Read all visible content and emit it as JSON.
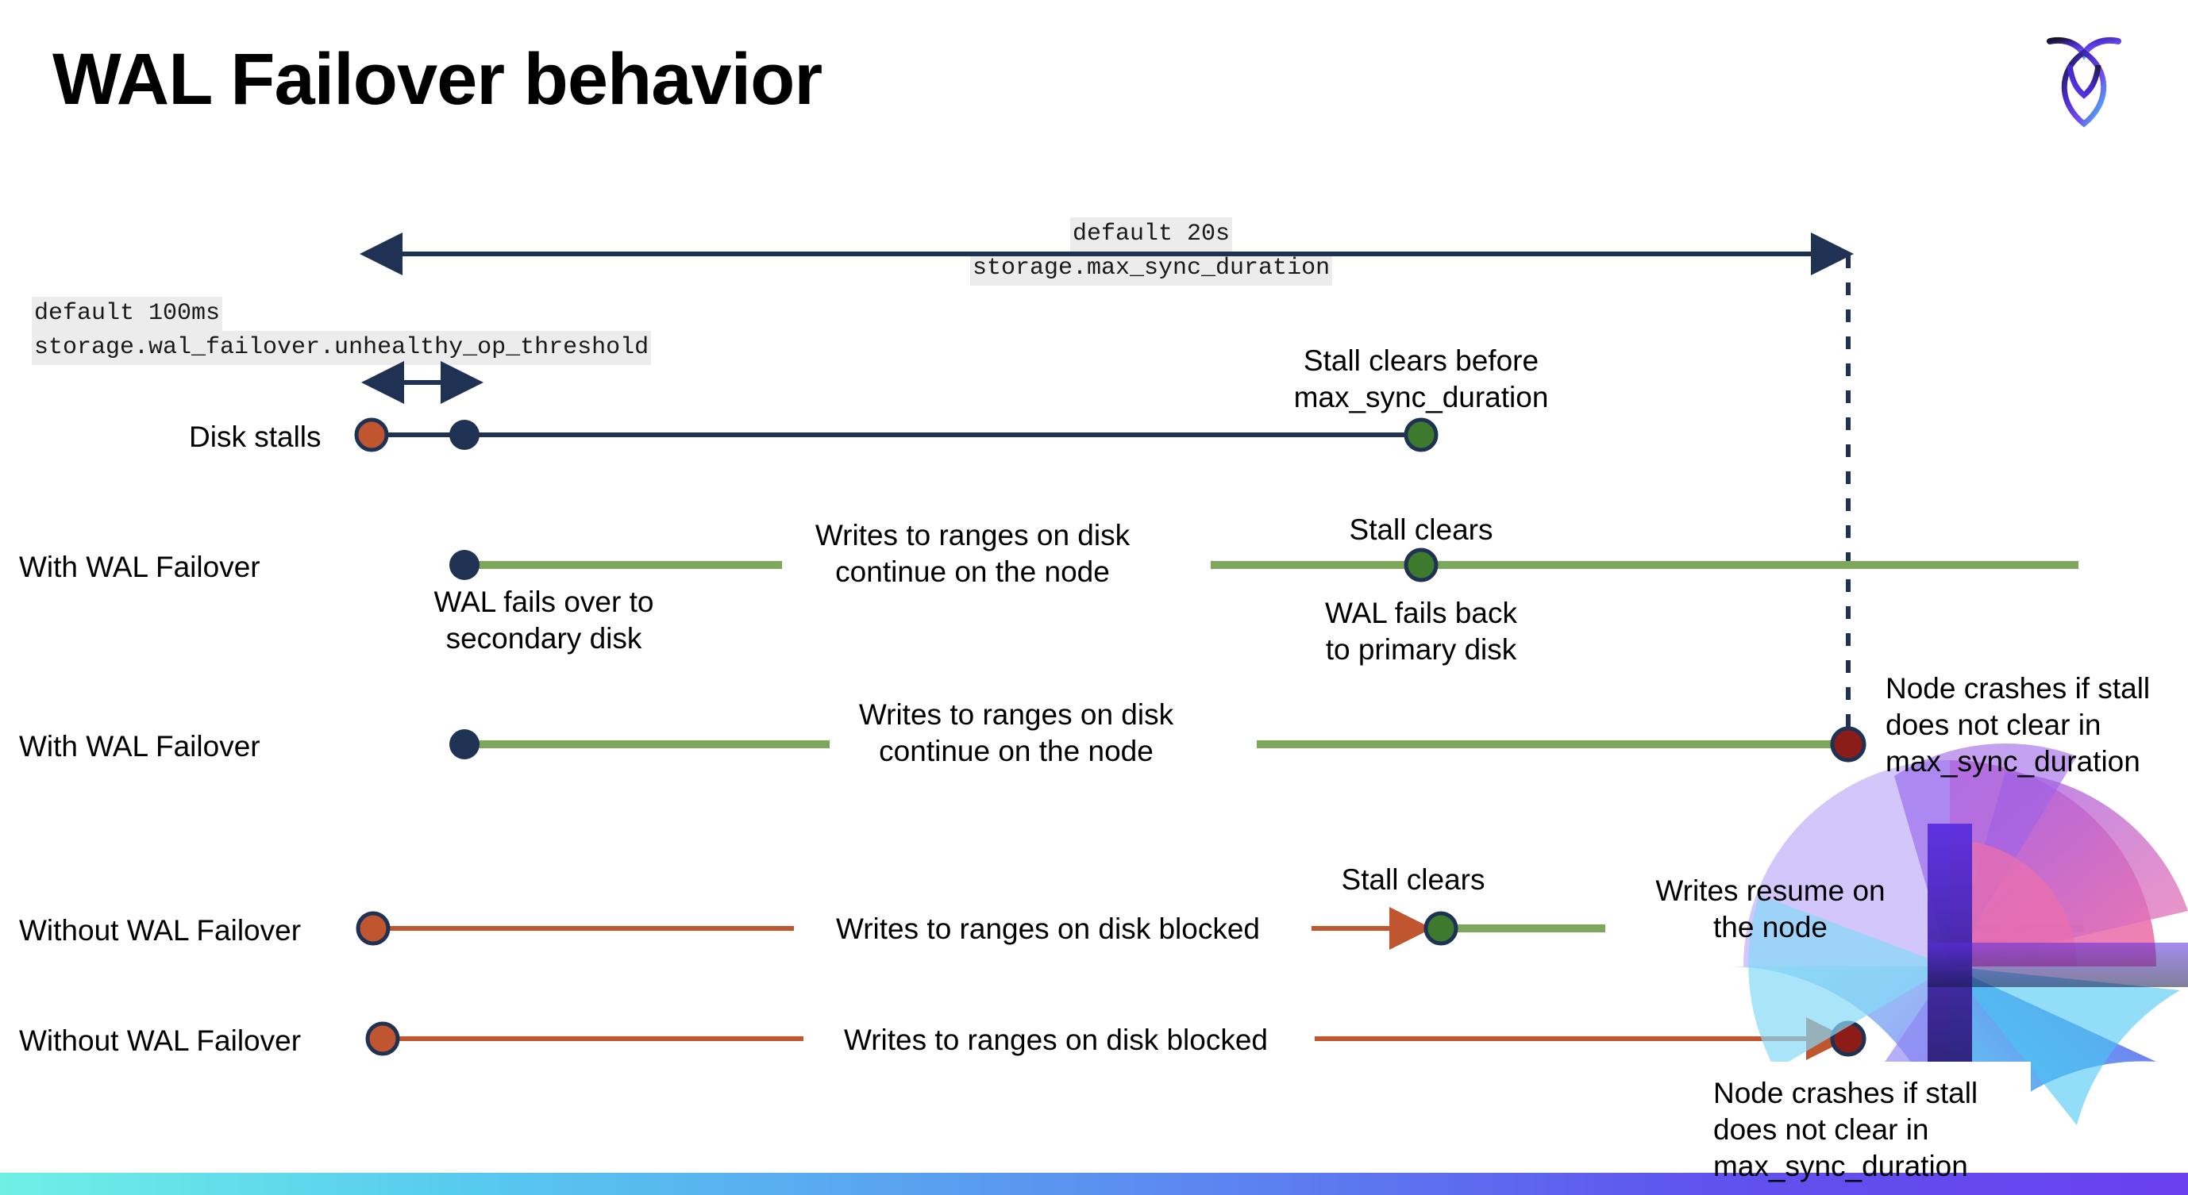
{
  "slide": {
    "title": "WAL Failover behavior",
    "logo_name": "cockroachdb-logo"
  },
  "callouts": {
    "max_sync": {
      "line1": "default 20s",
      "line2": "storage.max_sync_duration"
    },
    "unhealthy": {
      "line1": "default 100ms",
      "line2": "storage.wal_failover.unhealthy_op_threshold"
    }
  },
  "rows": [
    {
      "id": "disk-stalls",
      "label": "Disk stalls",
      "annotation": "Stall clears before\nmax_sync_duration"
    },
    {
      "id": "with-wal-failover-1",
      "label": "With WAL Failover",
      "anno_below_start": "WAL fails over to\nsecondary disk",
      "anno_middle": "Writes to ranges on disk\ncontinue on the node",
      "anno_clears": "Stall clears",
      "anno_below_clears": "WAL fails  back\nto primary disk"
    },
    {
      "id": "with-wal-failover-2",
      "label": "With WAL Failover",
      "anno_middle": "Writes to ranges on disk\ncontinue on the node",
      "anno_crash": "Node crashes if stall\ndoes not clear in\nmax_sync_duration"
    },
    {
      "id": "without-wal-failover-1",
      "label": "Without WAL Failover",
      "anno_middle": "Writes to ranges on disk  blocked",
      "anno_clears": "Stall clears",
      "anno_resume": "Writes resume on\nthe node"
    },
    {
      "id": "without-wal-failover-2",
      "label": "Without WAL Failover",
      "anno_middle": "Writes to ranges on disk  blocked",
      "anno_crash": "Node crashes if stall\ndoes not clear in\nmax_sync_duration"
    }
  ],
  "colors": {
    "navy": "#1f3253",
    "red": "#c0562f",
    "dark_red": "#8c1c17",
    "green_line": "#7da85b",
    "green_dot": "#3e7a2e",
    "code_bg": "#ececec",
    "bar_start": "#6ef0e6",
    "bar_end": "#6a40ef"
  },
  "legend": {
    "navy_segment": "disk stall / primary WAL segment",
    "green_segment": "writes succeeding segment",
    "red_segment": "writes blocked segment",
    "red_dot": "stall begins",
    "navy_dot": "failover point",
    "green_dot": "stall clears",
    "dark_red_dot": "node crash"
  }
}
